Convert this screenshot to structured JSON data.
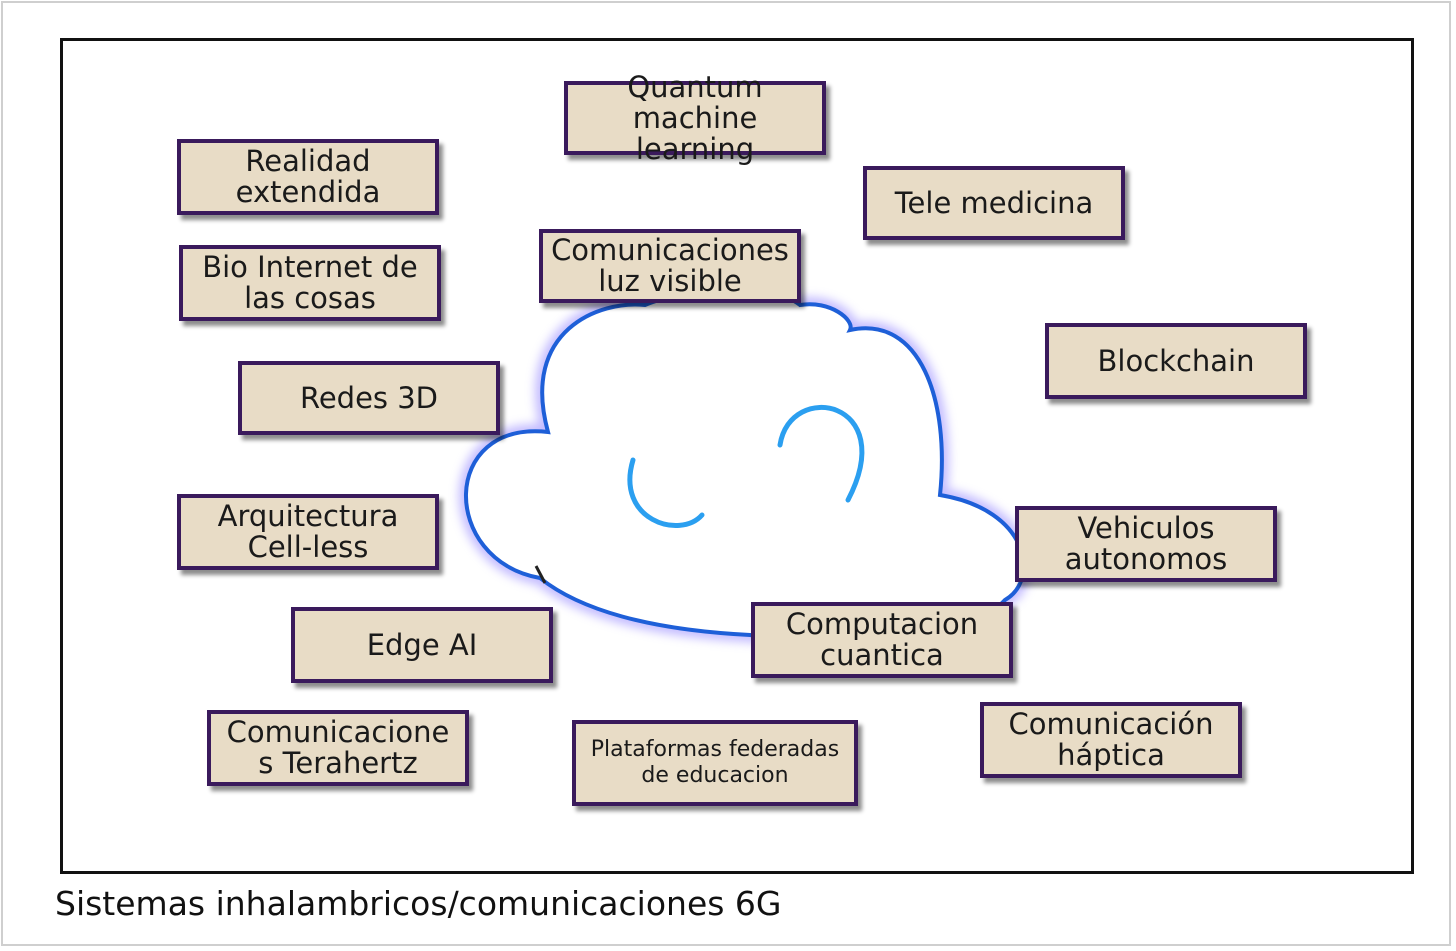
{
  "diagram": {
    "center": "cloud",
    "accent_color": "#1e5fd8",
    "box_fill": "#e8dcc6",
    "box_border": "#3a1a5c",
    "nodes": [
      {
        "id": "quantum-ml",
        "lines": [
          "Quantum machine",
          "learning"
        ]
      },
      {
        "id": "realidad-extendida",
        "lines": [
          "Realidad",
          "extendida"
        ]
      },
      {
        "id": "tele-medicina",
        "lines": [
          "Tele medicina"
        ]
      },
      {
        "id": "bio-internet",
        "lines": [
          "Bio Internet de",
          "las cosas"
        ]
      },
      {
        "id": "comunicaciones-luz",
        "lines": [
          "Comunicaciones",
          "luz visible"
        ]
      },
      {
        "id": "blockchain",
        "lines": [
          "Blockchain"
        ]
      },
      {
        "id": "redes-3d",
        "lines": [
          "Redes 3D"
        ]
      },
      {
        "id": "arquitectura",
        "lines": [
          "Arquitectura",
          "Cell-less"
        ]
      },
      {
        "id": "vehiculos",
        "lines": [
          "Vehiculos",
          "autonomos"
        ]
      },
      {
        "id": "edge-ai",
        "lines": [
          "Edge AI"
        ]
      },
      {
        "id": "computacion",
        "lines": [
          "Computacion",
          "cuantica"
        ]
      },
      {
        "id": "terahertz",
        "lines": [
          "Comunicacione",
          "s Terahertz"
        ]
      },
      {
        "id": "plataformas",
        "lines": [
          "Plataformas federadas",
          "de educacion"
        ]
      },
      {
        "id": "haptica",
        "lines": [
          "Comunicación",
          "háptica"
        ]
      }
    ]
  },
  "caption": "Sistemas inhalambricos/comunicaciones 6G"
}
